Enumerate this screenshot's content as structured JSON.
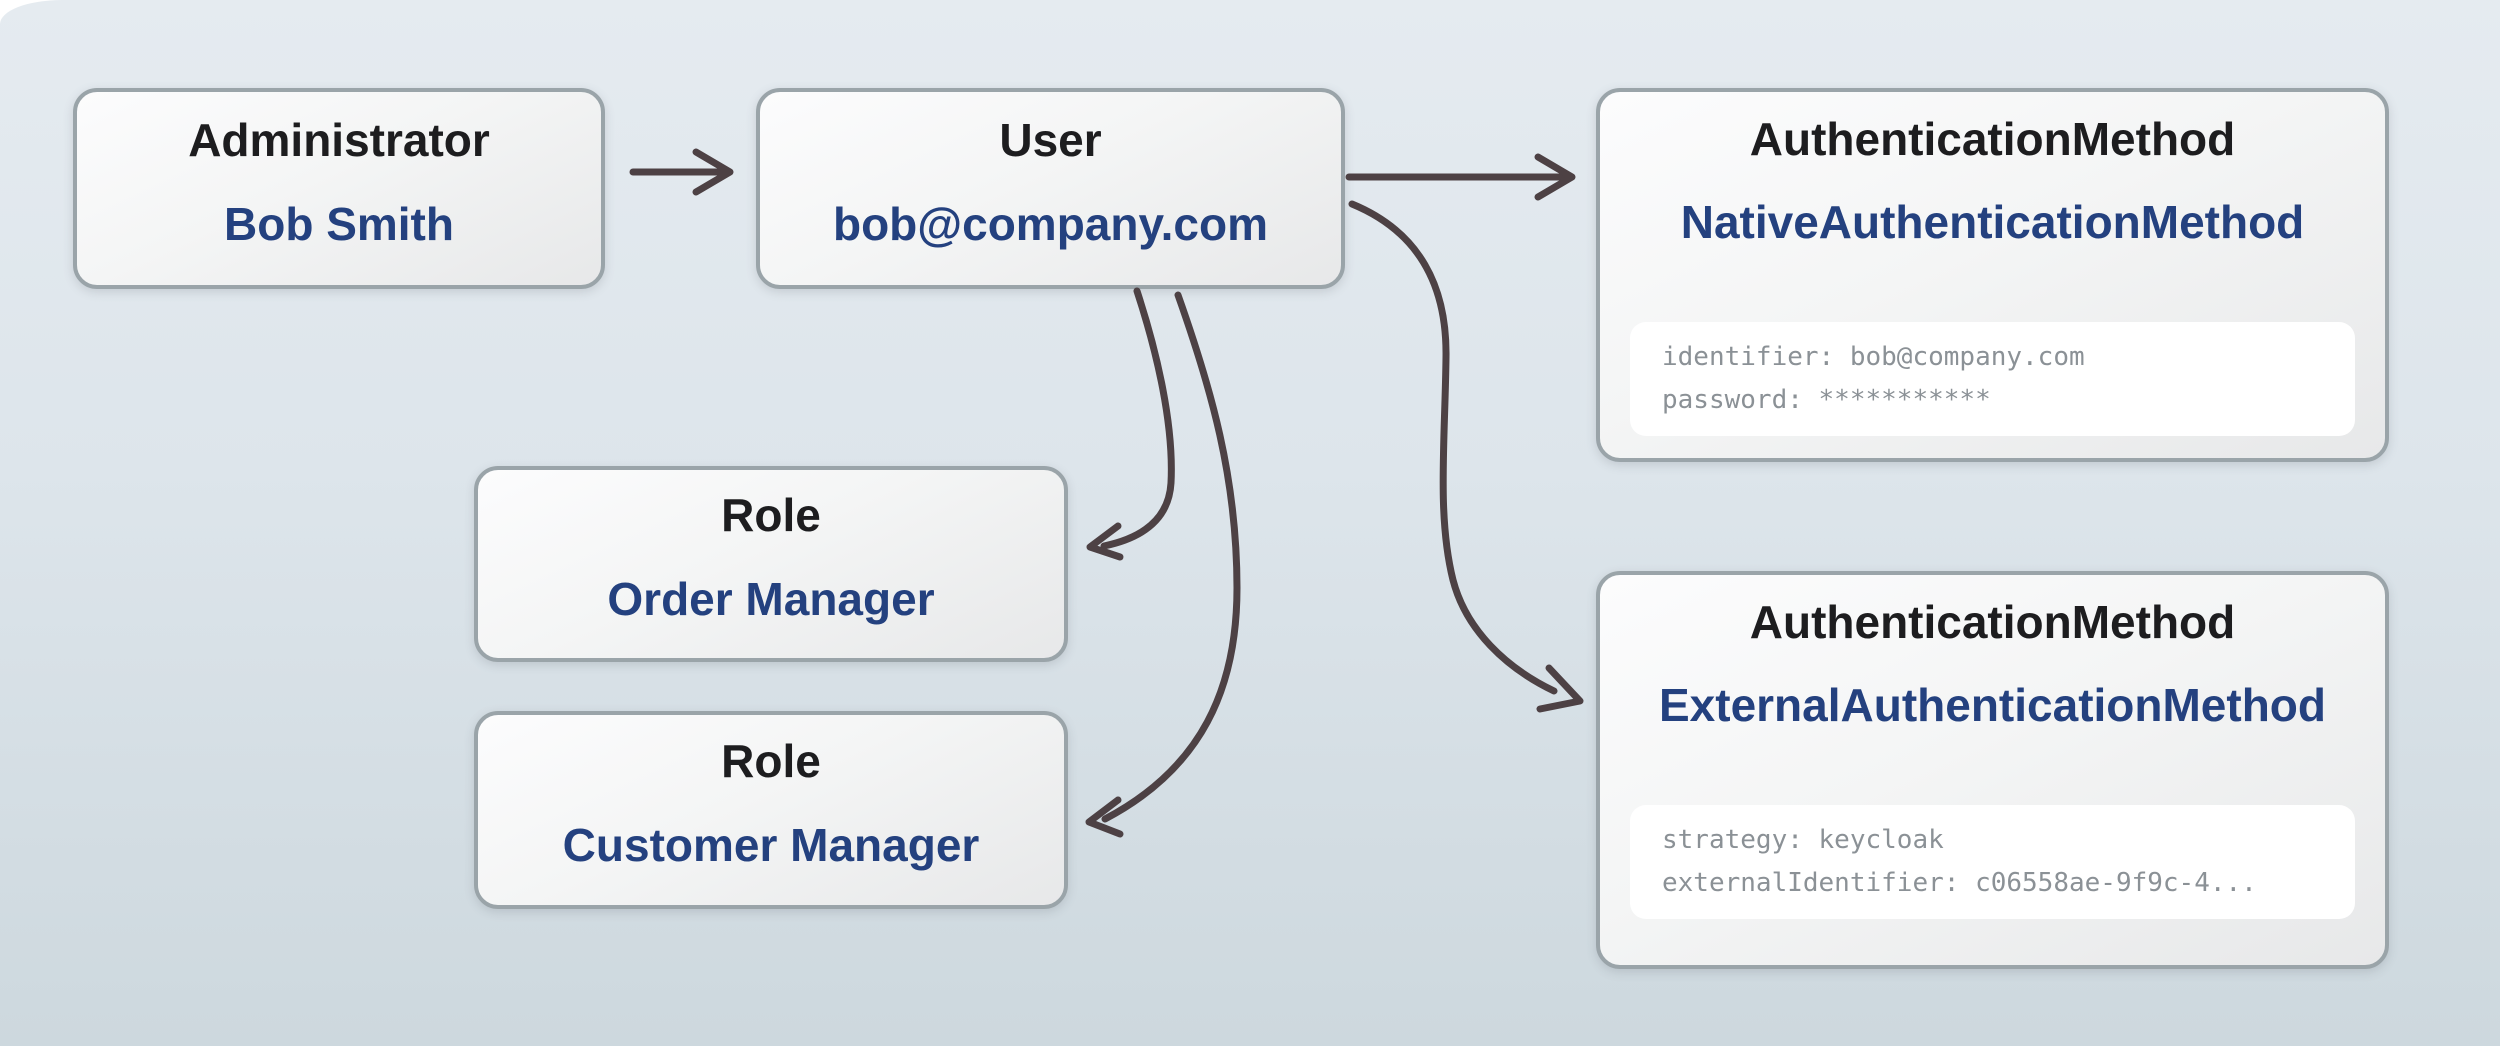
{
  "diagram": {
    "description_colors": {
      "background_top": "#e5ebf0",
      "background_bottom": "#cdd8de",
      "node_fill_top": "#fcfcfd",
      "node_fill_bottom": "#e7e8e9",
      "node_border": "#9aa4a9",
      "type_text": "#1d1d1f",
      "label_text": "#24417f",
      "code_text": "#8b9196",
      "code_panel_bg": "#ffffff",
      "arrow": "#4d4144"
    },
    "nodes": {
      "administrator": {
        "type": "Administrator",
        "label": "Bob Smith"
      },
      "user": {
        "type": "User",
        "label": "bob@company.com"
      },
      "native_auth": {
        "type": "AuthenticationMethod",
        "label": "NativeAuthenticationMethod",
        "code": {
          "line1": "identifier: bob@company.com",
          "line2": "password: ***********"
        }
      },
      "order_role": {
        "type": "Role",
        "label": "Order Manager"
      },
      "customer_role": {
        "type": "Role",
        "label": "Customer Manager"
      },
      "external_auth": {
        "type": "AuthenticationMethod",
        "label": "ExternalAuthenticationMethod",
        "code": {
          "line1": "strategy: keycloak",
          "line2": "externalIdentifier: c06558ae-9f9c-4..."
        }
      }
    },
    "edges": [
      {
        "from": "administrator",
        "to": "user"
      },
      {
        "from": "user",
        "to": "native_auth"
      },
      {
        "from": "user",
        "to": "external_auth"
      },
      {
        "from": "user",
        "to": "order_role"
      },
      {
        "from": "user",
        "to": "customer_role"
      }
    ]
  }
}
